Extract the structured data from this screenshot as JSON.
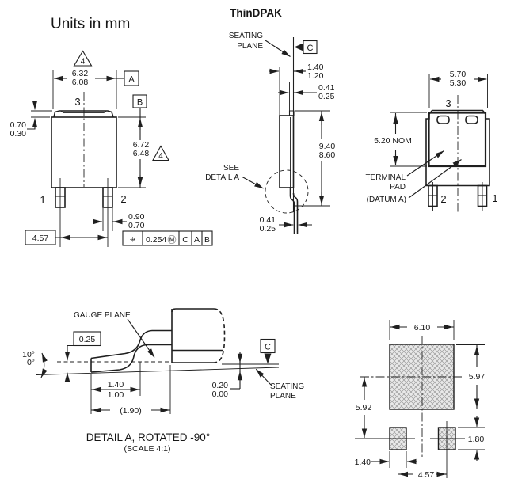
{
  "units_label": "Units in mm",
  "title": "ThinDPAK",
  "colors": {
    "line": "#1f1f1f",
    "hatch_fill": "#e9e9e9",
    "hatch_line": "#9a9a9a",
    "background": "#ffffff"
  },
  "front_view": {
    "pin_1": "1",
    "pin_2": "2",
    "pin_3": "3",
    "note_triangle": "4",
    "datum_a": "A",
    "datum_b": "B",
    "dim_body_width_max": "6.32",
    "dim_body_width_min": "6.08",
    "dim_body_height_max": "6.72",
    "dim_body_height_min": "6.48",
    "dim_tab_height_max": "0.70",
    "dim_tab_height_min": "0.30",
    "dim_lead_width_max": "0.90",
    "dim_lead_width_min": "0.70",
    "dim_lead_pitch": "4.57",
    "tolerance": {
      "symbol": "⌖",
      "value": "0.254",
      "modifier": "Ⓜ",
      "datum_1": "C",
      "datum_2": "A",
      "datum_3": "B"
    }
  },
  "side_view": {
    "seating_plane_line1": "SEATING",
    "seating_plane_line2": "PLANE",
    "datum_c": "C",
    "dim_body_thickness_max": "1.40",
    "dim_body_thickness_min": "1.20",
    "dim_tab_thickness_max": "0.41",
    "dim_tab_thickness_min": "0.25",
    "dim_overall_height_max": "9.40",
    "dim_overall_height_min": "8.60",
    "dim_lead_thickness_max": "0.41",
    "dim_lead_thickness_min": "0.25",
    "see_detail_line1": "SEE",
    "see_detail_line2": "DETAIL A"
  },
  "back_view": {
    "pin_1": "1",
    "pin_2": "2",
    "pin_3": "3",
    "dim_tab_width_max": "5.70",
    "dim_tab_width_min": "5.30",
    "dim_pad_height": "5.20 NOM",
    "terminal_pad_line1": "TERMINAL",
    "terminal_pad_line2": "PAD",
    "datum_a_label": "(DATUM A)"
  },
  "detail_a": {
    "gauge_plane_label": "GAUGE PLANE",
    "dim_gauge_offset": "0.25",
    "angle_max": "10°",
    "angle_min": "0°",
    "dim_foot_length_max": "1.40",
    "dim_foot_length_min": "1.00",
    "dim_ref_length": "(1.90)",
    "dim_standoff_max": "0.20",
    "dim_standoff_min": "0.00",
    "datum_c": "C",
    "seating_plane_line1": "SEATING",
    "seating_plane_line2": "PLANE",
    "caption": "DETAIL A, ROTATED -90°",
    "scale_note": "(SCALE 4:1)"
  },
  "pad_layout": {
    "dim_pad_width": "6.10",
    "dim_pad_height": "5.97",
    "dim_center_offset": "5.92",
    "dim_small_pad_height": "1.80",
    "dim_small_pad_width": "1.40",
    "dim_small_pad_pitch": "4.57"
  }
}
